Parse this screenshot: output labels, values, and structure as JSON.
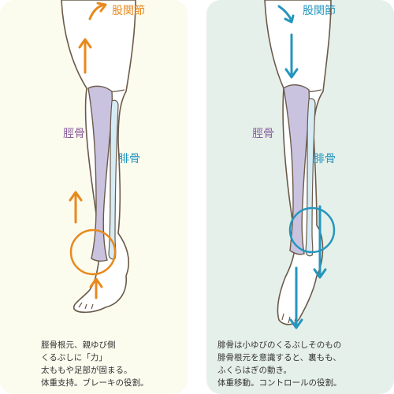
{
  "left": {
    "hip_label": "股関節",
    "tibia_label": "脛骨",
    "fibula_label": "腓骨",
    "caption_lines": [
      "脛骨根元、親ゆび側",
      "くるぶしに「力」",
      "太ももや足部が固まる。",
      "体重支持。ブレーキの役割。"
    ],
    "accent_color": "#e8891c"
  },
  "right": {
    "hip_label": "股関節",
    "tibia_label": "脛骨",
    "fibula_label": "腓骨",
    "caption_lines": [
      "腓骨は小ゆびのくるぶしそのもの",
      "腓骨根元を意識すると、裏もも、",
      "ふくらはぎの動き。",
      "体重移動。コントロールの役割。"
    ],
    "accent_color": "#2596be"
  },
  "colors": {
    "left_background": "#fbfbee",
    "right_background": "#e6f0ea",
    "tibia_bone": "#c9c3df",
    "fibula_bone": "#d6ecf5",
    "outline": "#6b5a4a"
  }
}
